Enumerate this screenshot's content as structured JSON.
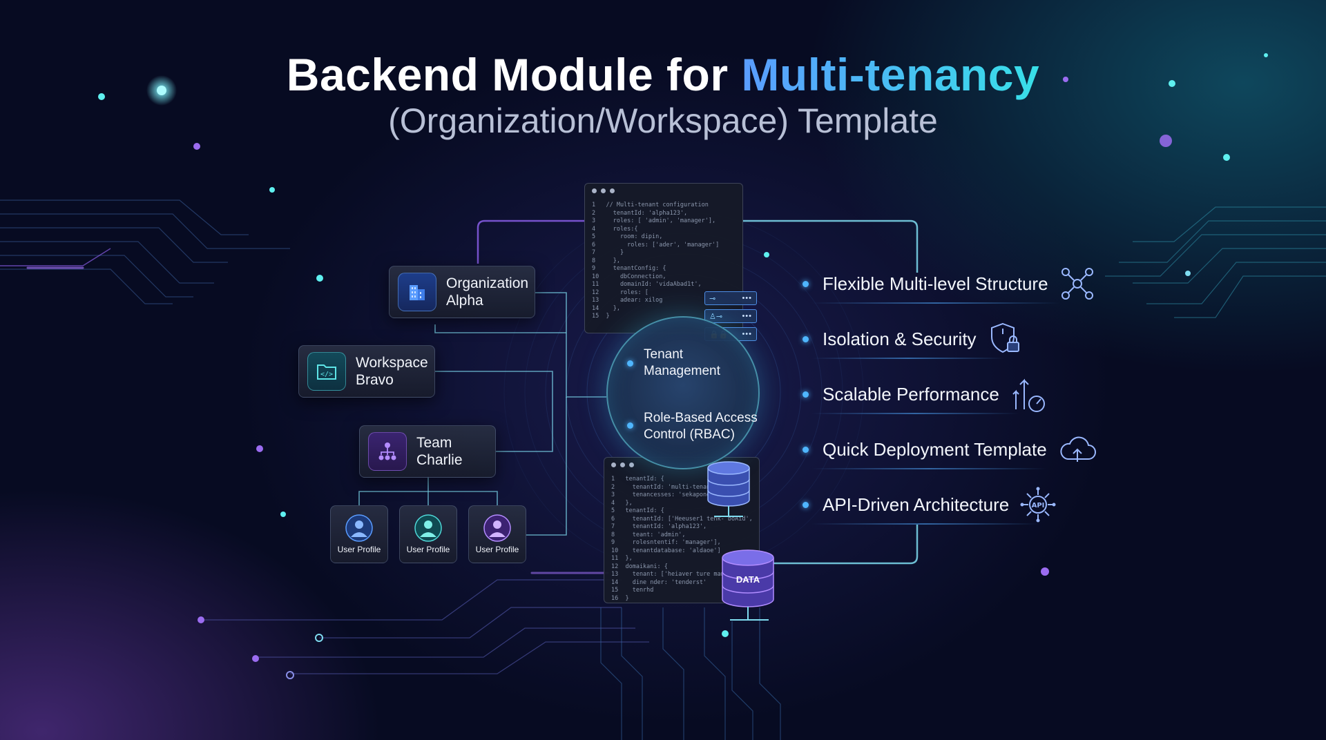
{
  "title": {
    "main": "Backend Module for ",
    "accent": "Multi-tenancy",
    "subtitle": "(Organization/Workspace) Template"
  },
  "hierarchy": {
    "organization": {
      "line1": "Organization",
      "line2": "Alpha"
    },
    "workspace": {
      "line1": "Workspace",
      "line2": "Bravo"
    },
    "team": {
      "line1": "Team",
      "line2": "Charlie"
    },
    "user_profiles": [
      "User Profile",
      "User Profile",
      "User Profile"
    ]
  },
  "center": {
    "tenant": {
      "line1": "Tenant",
      "line2": "Management"
    },
    "rbac": {
      "line1": "Role-Based Access",
      "line2": "Control (RBAC)"
    }
  },
  "data_label": "DATA",
  "code_top": [
    "1   // Multi-tenant configuration",
    "2     tenantId: 'alpha123',",
    "3     roles: [ 'admin', 'manager'],",
    "4     roles:{",
    "5       room: dipin,",
    "6         roles: ['ader', 'manager']",
    "7       }",
    "8     },",
    "9     tenantConfig: {",
    "10      dbConnection,",
    "11      domainId: 'vidaAbad1t',",
    "12      roles: [",
    "13      adear: xilog",
    "14    },",
    "15  }"
  ],
  "code_bottom": [
    "1   tenantId: {",
    "2     tenantId: 'multi-tenant',",
    "3     tenancesses: 'sekaponent'",
    "4   },",
    "5   tenantId: {",
    "6     tenantId: ['Heeuser1 tenk- boAid',",
    "7     tenantId: 'alpha123',",
    "8     teant: 'admin',",
    "9     rolesntentif: 'manager'],",
    "10    tenantdatabase: 'aldaoe']",
    "11  },",
    "12  domaikani: {",
    "13    tenant: ['heiaver ture manager",
    "14    dine nder: 'tenderst'",
    "15    tenrhd",
    "16  }"
  ],
  "features": [
    {
      "label": "Flexible Multi-level Structure",
      "icon": "network-nodes-icon"
    },
    {
      "label": "Isolation & Security",
      "icon": "shield-lock-icon"
    },
    {
      "label": "Scalable Performance",
      "icon": "scale-gauge-icon"
    },
    {
      "label": "Quick Deployment Template",
      "icon": "cloud-upload-icon"
    },
    {
      "label": "API-Driven Architecture",
      "icon": "api-gear-icon"
    }
  ],
  "colors": {
    "background": "#070b22",
    "accent_blue": "#5a9cff",
    "accent_cyan": "#38e0e8",
    "line_cyan": "#7fdcf0",
    "line_purple": "#9b6cf0"
  }
}
